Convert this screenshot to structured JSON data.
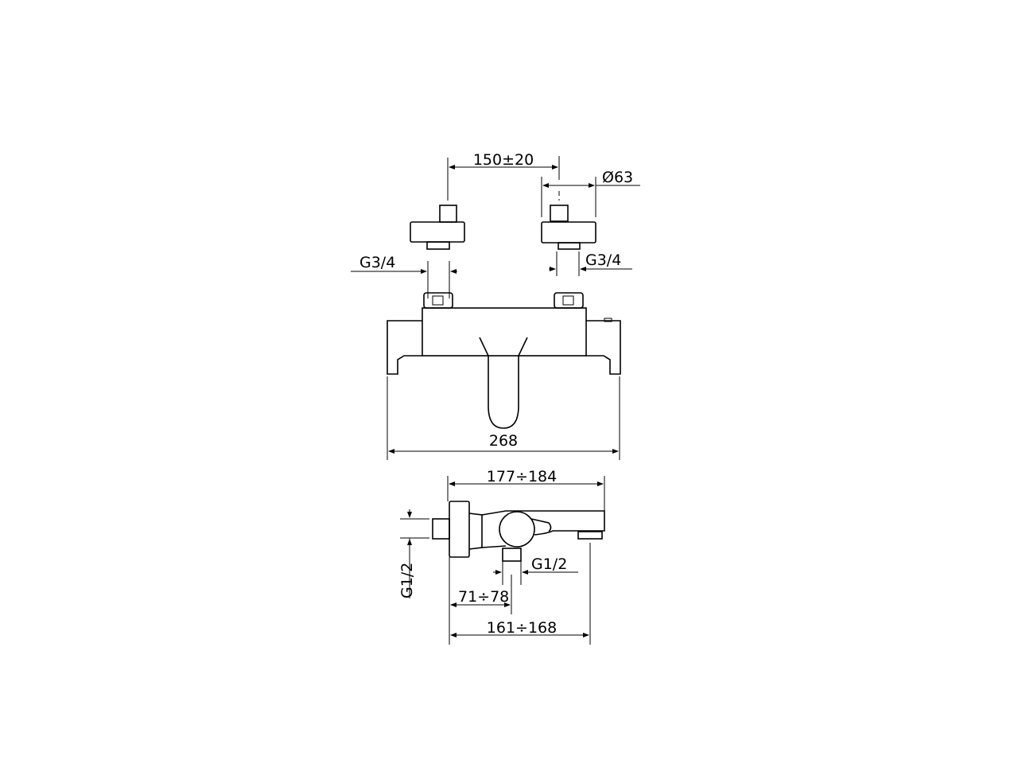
{
  "drawing": {
    "top_view": {
      "connection_spacing": "150±20",
      "flange_diameter": "Ø63",
      "inlet_thread_left": "G3/4",
      "inlet_thread_right": "G3/4"
    },
    "front_view": {
      "overall_width": "268"
    },
    "side_view": {
      "depth_to_spout": "177÷184",
      "inlet_thread": "G1/2",
      "outlet_thread": "G1/2",
      "outlet_offset": "71÷78",
      "depth_to_spout_outlet": "161÷168"
    },
    "colors": {
      "line": "#000000",
      "background": "#ffffff"
    }
  }
}
